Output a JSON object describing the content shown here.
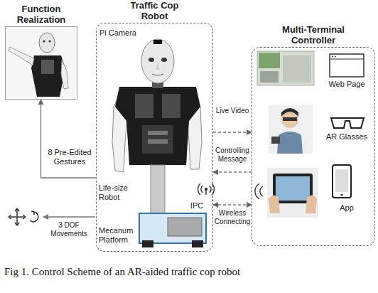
{
  "diagram": {
    "caption": "Fig 1. Control Scheme of an AR-aided traffic cop robot",
    "nodes": [
      {
        "text": [
          "Function Realization"
        ]
      },
      {
        "text": [
          "Traffic Cop Robot"
        ]
      },
      {
        "text": [
          "Multi-Terminal Controller"
        ]
      }
    ],
    "edges": [
      {
        "from": 1,
        "to": 0,
        "arrow": "to",
        "label": "8 Pre-Edited Gestures"
      },
      {
        "from": 1,
        "to": 2,
        "arrow": "to",
        "label": "Live Video"
      },
      {
        "from": 2,
        "to": 1,
        "arrow": "to",
        "label": "Controlling Message"
      },
      {
        "from": 1,
        "to": 2,
        "arrow": "both",
        "label": "Wireless Connecting"
      }
    ],
    "labels": [
      "Pi Camera",
      "Life-size Robot",
      "IPC",
      "Mecanum Platform",
      "3 DOF Movements",
      "Web Page",
      "AR Glasses",
      "App"
    ]
  }
}
